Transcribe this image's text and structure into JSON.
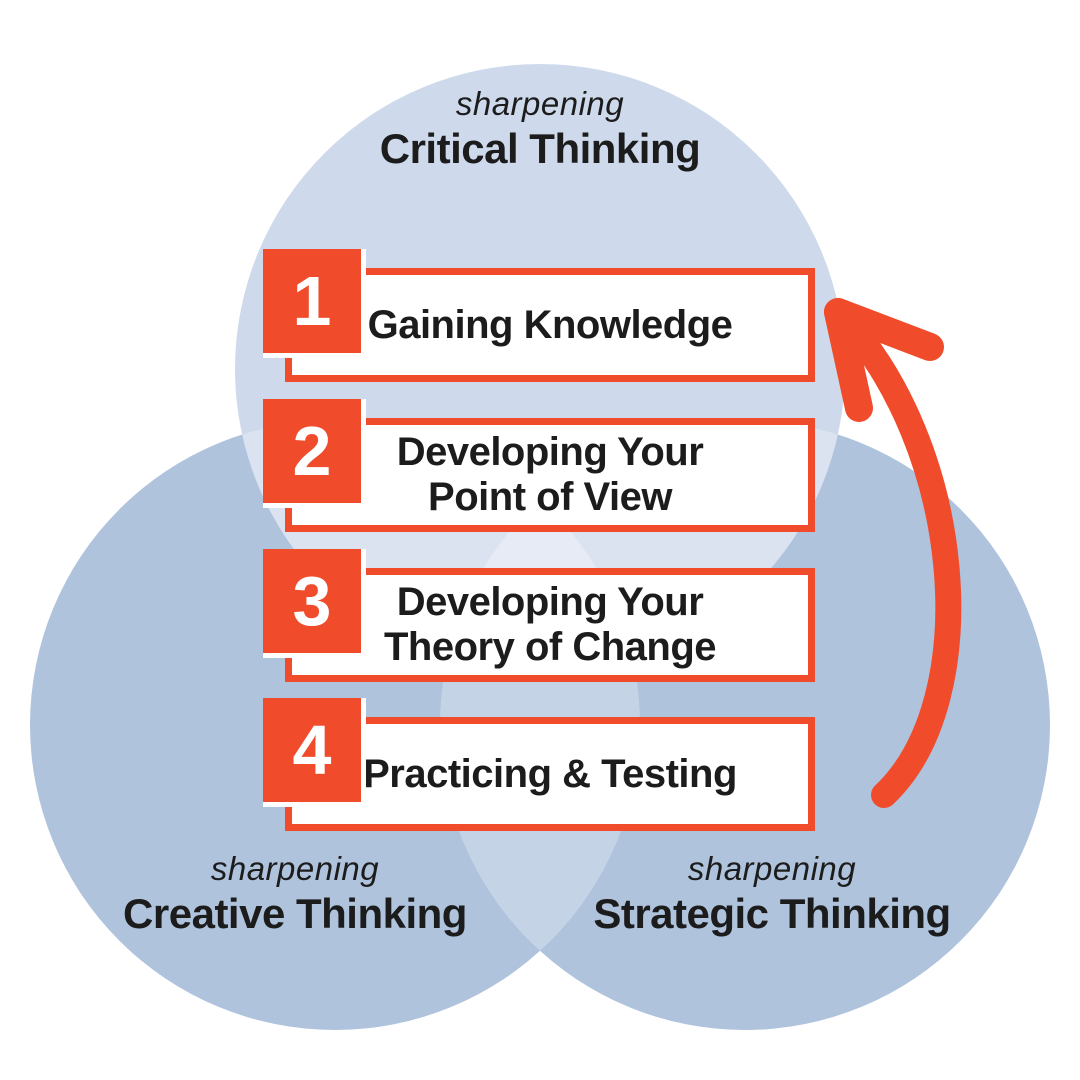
{
  "circles": [
    {
      "id": "critical-thinking",
      "pre": "sharpening",
      "label": "Critical Thinking"
    },
    {
      "id": "creative-thinking",
      "pre": "sharpening",
      "label": "Creative Thinking"
    },
    {
      "id": "strategic-thinking",
      "pre": "sharpening",
      "label": "Strategic Thinking"
    }
  ],
  "steps": [
    {
      "number": "1",
      "label": "Gaining Knowledge"
    },
    {
      "number": "2",
      "label": "Developing Your\nPoint of View"
    },
    {
      "number": "3",
      "label": "Developing Your\nTheory of Change"
    },
    {
      "number": "4",
      "label": "Practicing & Testing"
    }
  ],
  "icons": {
    "arrow": "curved-cycle-arrow-up"
  },
  "colors": {
    "orange": "#F04C2B",
    "text": "#1C1C1C",
    "box_fill": "#FFFFFF",
    "circle_top": "#CEDAEC",
    "circle_side": "#AFC3DD",
    "overlap_top_side": "#DBE3F1",
    "overlap_sides": "#C5D3E7",
    "overlap_center": "#E6EBF5"
  }
}
